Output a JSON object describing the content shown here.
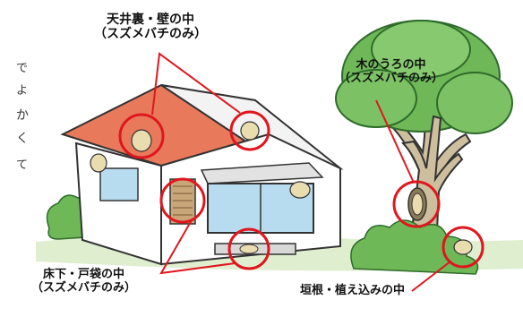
{
  "labels": {
    "roof": {
      "line1": "天井裏・壁の中",
      "line2": "（スズメバチのみ）"
    },
    "tree": {
      "line1": "木のうろの中",
      "line2": "（スズメバチのみ）"
    },
    "floor": {
      "line1": "床下・戸袋の中",
      "line2": "（スズメバチのみ）"
    },
    "hedge": {
      "line1": "垣根・植え込みの中"
    }
  },
  "side_text": [
    "で",
    "よ",
    "か",
    "く",
    "て"
  ],
  "colors": {
    "callout": "#e0161e",
    "roof": "#e8795b",
    "foliage": "#5aa84a",
    "trunk": "#b7a98a",
    "nest": "#e9dcae"
  },
  "icons": [
    "wasp-nest-icon",
    "house-illustration",
    "tree-illustration",
    "hedge-illustration"
  ]
}
